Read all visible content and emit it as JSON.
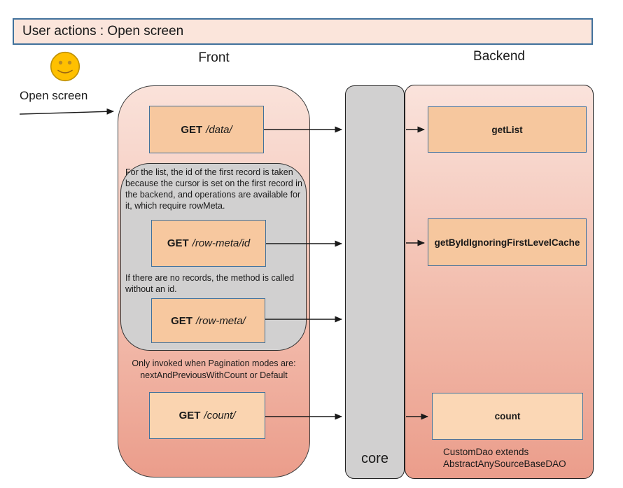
{
  "title": "User actions : Open screen",
  "labels": {
    "front": "Front",
    "backend": "Backend",
    "actor_action": "Open screen",
    "core": "core"
  },
  "front": {
    "endpoints": [
      {
        "method": "GET",
        "path": "/data/"
      },
      {
        "method": "GET",
        "path": "/row-meta/id"
      },
      {
        "method": "GET",
        "path": "/row-meta/"
      },
      {
        "method": "GET",
        "path": "/count/"
      }
    ],
    "note_row_meta": "For the list, the id of the first record is taken because the cursor is set on the first record in the backend, and operations are available for it, which require rowMeta.",
    "note_no_records": "If there are no records, the method is called without an id.",
    "note_count_line1": "Only invoked when Pagination modes are:",
    "note_count_line2": "nextAndPreviousWithCount or Default"
  },
  "backend": {
    "methods": [
      {
        "name": "getList"
      },
      {
        "name": "getByIdIgnoringFirstLevelCache"
      },
      {
        "name": "count"
      }
    ],
    "footer_line1": "CustomDao extends",
    "footer_line2": "AbstractAnySourceBaseDAO"
  },
  "icons": {
    "smiley": "smiley-face-icon"
  },
  "colors": {
    "accent_border_blue": "#41719C",
    "endpoint_fill": "#F7C89F",
    "count_fill": "#FAD4B0",
    "title_fill": "#FBE5DB",
    "panel_gradient_top": "#FAE2DA",
    "panel_gradient_bottom": "#EB9D8B",
    "gray_fill": "#D1D0D0",
    "smiley_fill": "#FFC000",
    "arrow": "#1A1A1A"
  }
}
